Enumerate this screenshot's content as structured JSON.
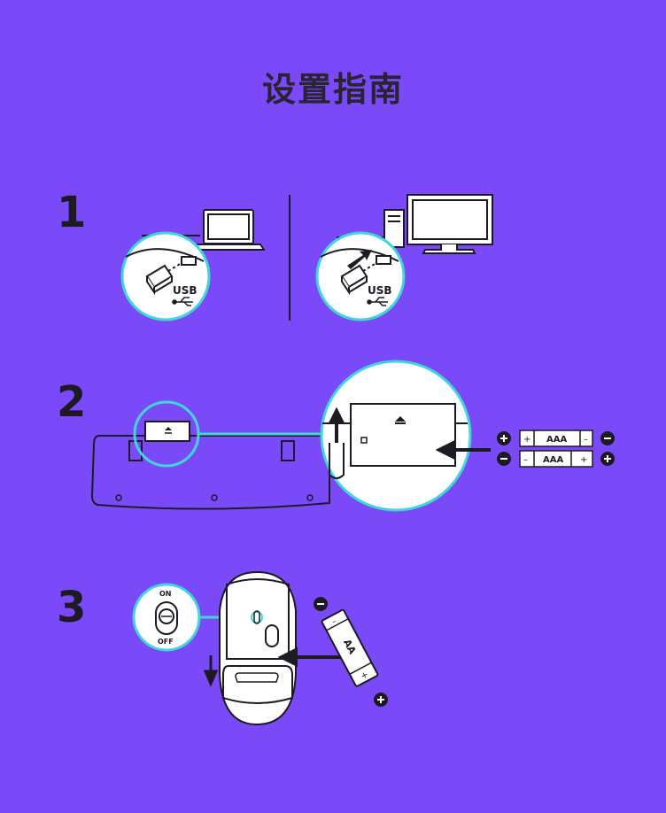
{
  "header": {
    "title": "设置指南"
  },
  "steps": [
    {
      "number": "1"
    },
    {
      "number": "2"
    },
    {
      "number": "3"
    }
  ],
  "step1": {
    "usb_label_left": "USB",
    "usb_label_right": "USB"
  },
  "step2": {
    "battery_top": {
      "label": "AAA",
      "left_sign": "+",
      "right_sign": "–"
    },
    "battery_bottom": {
      "label": "AAA",
      "left_sign": "–",
      "right_sign": "+"
    }
  },
  "step3": {
    "switch_on": "ON",
    "switch_off": "OFF",
    "battery_label": "AA",
    "battery_minus": "–",
    "battery_plus": "+"
  },
  "colors": {
    "background": "#7b4af8",
    "outline": "#1e1a24",
    "highlight": "#3fd6d6",
    "fill": "#ffffff"
  }
}
